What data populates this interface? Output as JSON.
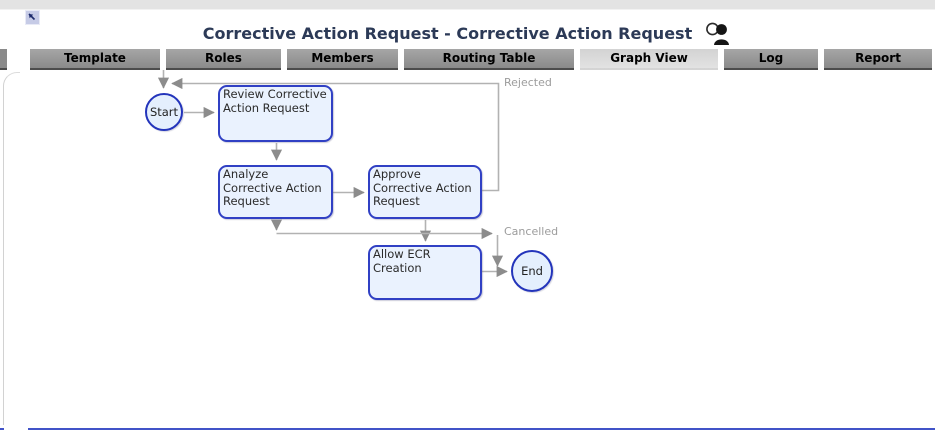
{
  "header": {
    "title": "Corrective Action Request - Corrective Action Request",
    "icons": [
      "collapse-arrow-up-left-icon",
      "user-silhouette-icon"
    ]
  },
  "tabs": [
    {
      "label": "Template",
      "active": false
    },
    {
      "label": "Roles",
      "active": false
    },
    {
      "label": "Members",
      "active": false
    },
    {
      "label": "Routing Table",
      "active": false
    },
    {
      "label": "Graph View",
      "active": true
    },
    {
      "label": "Log",
      "active": false
    },
    {
      "label": "Report",
      "active": false
    }
  ],
  "diagram": {
    "nodes": {
      "start": {
        "label": "Start",
        "type": "circle"
      },
      "review": {
        "label": "Review Corrective Action Request",
        "type": "box"
      },
      "analyze": {
        "label": "Analyze Corrective Action Request",
        "type": "box"
      },
      "approve": {
        "label": "Approve Corrective Action Request",
        "type": "box"
      },
      "allow_ecr": {
        "label": "Allow ECR Creation",
        "type": "box"
      },
      "end": {
        "label": "End",
        "type": "circle"
      }
    },
    "edge_labels": {
      "rejected": "Rejected",
      "cancelled": "Cancelled"
    },
    "edges": [
      {
        "from": "entry",
        "to": "start",
        "label": ""
      },
      {
        "from": "start",
        "to": "review",
        "label": ""
      },
      {
        "from": "review",
        "to": "analyze",
        "label": ""
      },
      {
        "from": "analyze",
        "to": "approve",
        "label": ""
      },
      {
        "from": "approve",
        "to": "review",
        "label": "Rejected"
      },
      {
        "from": "approve",
        "to": "allow_ecr",
        "label": ""
      },
      {
        "from": "analyze",
        "to": "end",
        "label": "Cancelled"
      },
      {
        "from": "allow_ecr",
        "to": "end",
        "label": ""
      }
    ]
  },
  "colors": {
    "node_border": "#3040c4",
    "node_fill": "#eaf2fe",
    "edge_line": "#b2b2b2",
    "edge_arrow": "#8c8c8c",
    "edge_label_text": "#9c9c9c",
    "tab_inactive_bg": "#929292",
    "tab_active_bg": "#d9d9d9",
    "title_text": "#2c3a57",
    "bottom_rule": "#4153c8"
  }
}
